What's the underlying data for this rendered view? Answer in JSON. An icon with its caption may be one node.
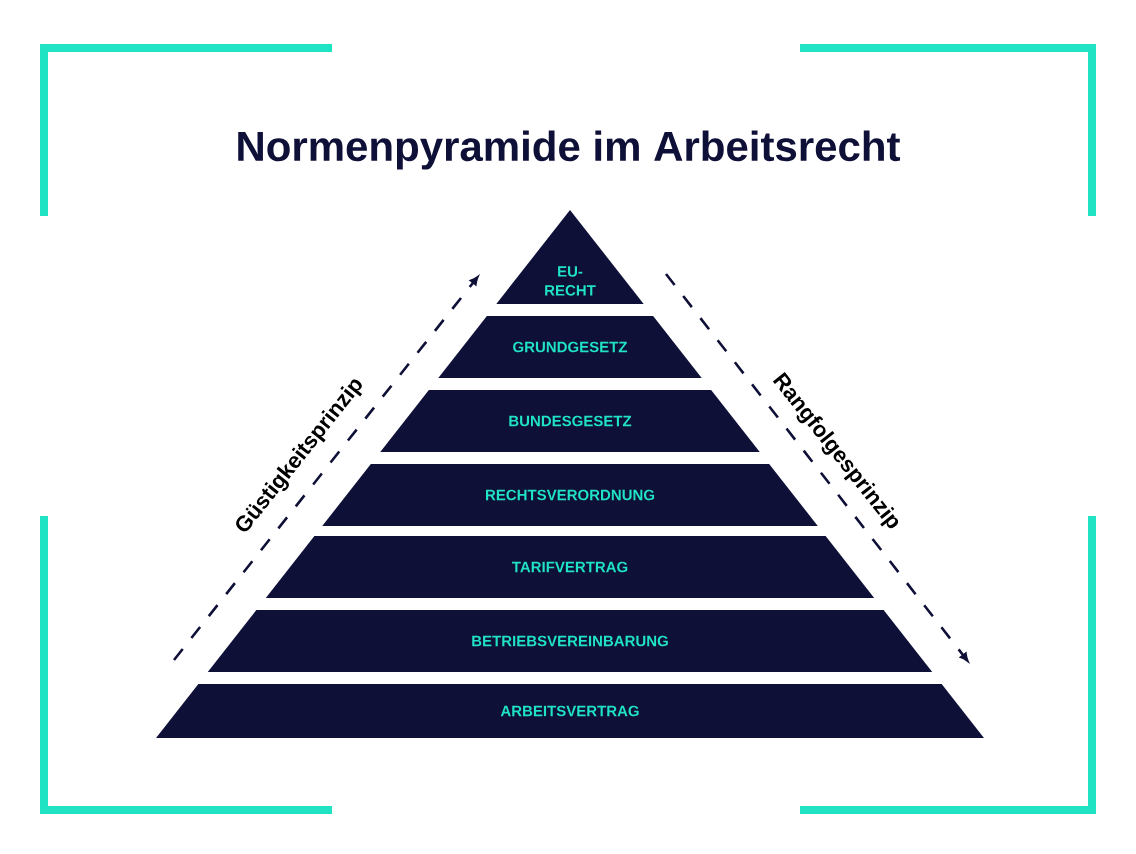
{
  "diagram": {
    "title": "Normenpyramide im Arbeitsrecht",
    "nodes": [
      {
        "text": [
          "EU-RECHT"
        ]
      },
      {
        "text": [
          "GRUNDGESETZ"
        ]
      },
      {
        "text": [
          "BUNDESGESETZ"
        ]
      },
      {
        "text": [
          "RECHTSVERORDNUNG"
        ]
      },
      {
        "text": [
          "TARIFVERTRAG"
        ]
      },
      {
        "text": [
          "BETRIEBSVEREINBARUNG"
        ]
      },
      {
        "text": [
          "ARBEITSVERTRAG"
        ]
      }
    ],
    "labels": [
      "Güstigkeitsprinzip",
      "Rangfolgesprinzip"
    ]
  }
}
